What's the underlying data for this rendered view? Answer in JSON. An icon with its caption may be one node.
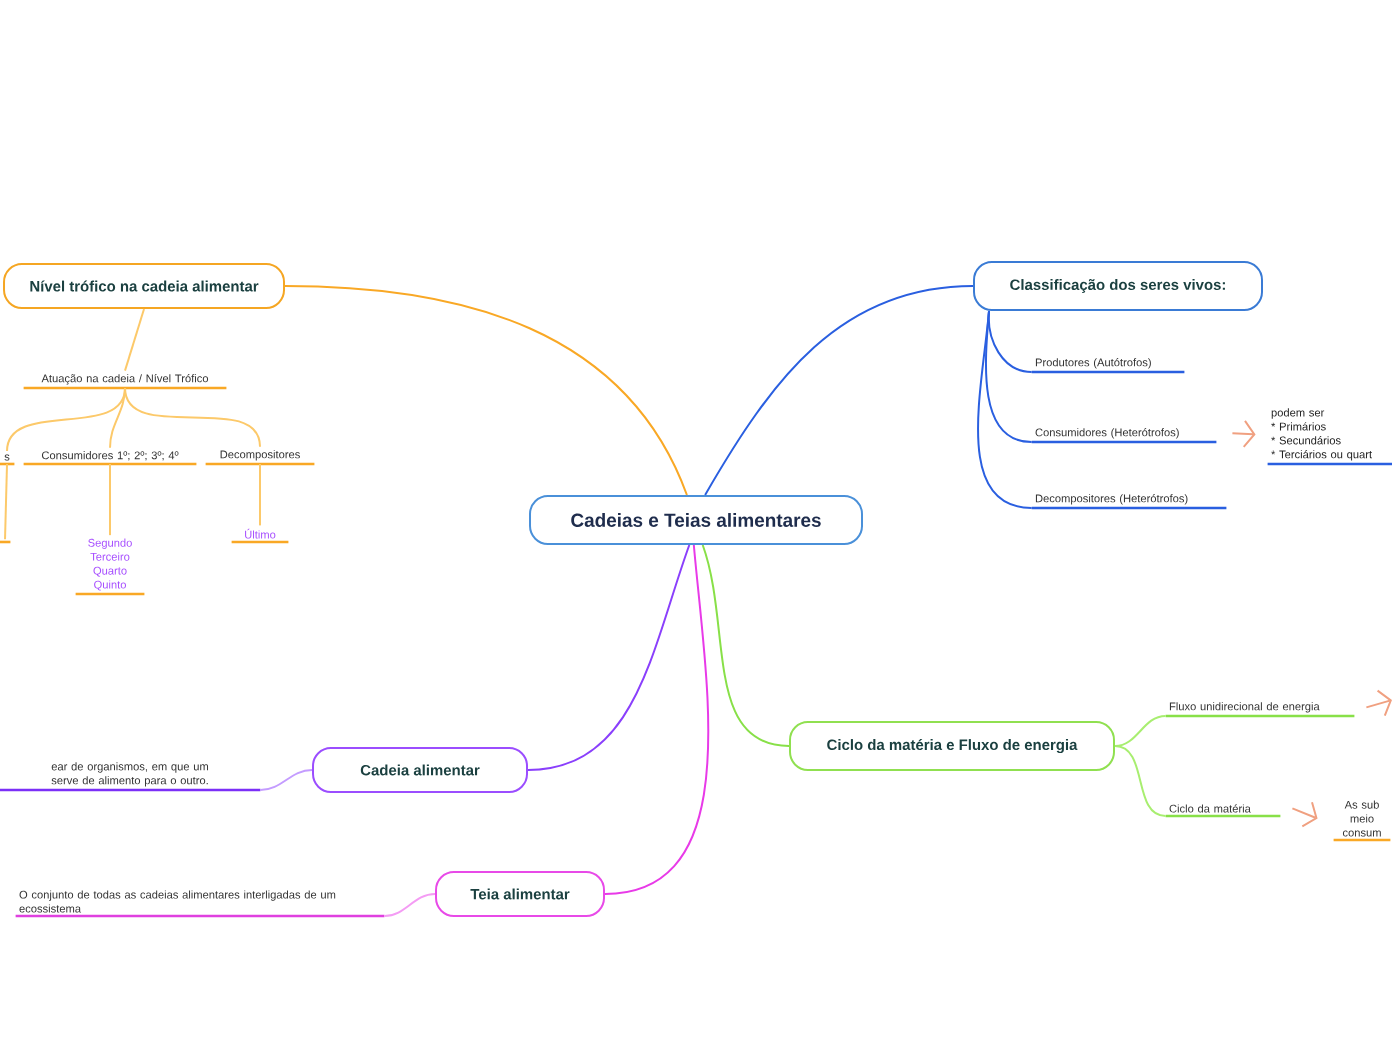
{
  "diagram": {
    "nodes": [
      {
        "text": [
          "Cadeias e Teias alimentares"
        ]
      },
      {
        "text": [
          "Nível trófico na cadeia alimentar"
        ]
      },
      {
        "text": [
          "Atuação na cadeia / Nível Trófico"
        ]
      },
      {
        "text": [
          "s"
        ]
      },
      {
        "text": [
          "Consumidores 1º; 2º; 3º; 4º"
        ]
      },
      {
        "text": [
          "Decompositores"
        ]
      },
      {
        "text": [],
        "shape": "bar"
      },
      {
        "text": [
          "Segundo Terceiro Quarto Quinto"
        ]
      },
      {
        "text": [
          "Último"
        ]
      },
      {
        "text": [
          "Classificação dos seres vivos:"
        ]
      },
      {
        "text": [
          "Produtores (Autótrofos)"
        ]
      },
      {
        "text": [
          "Consumidores (Heterótrofos)"
        ]
      },
      {
        "text": [
          "Decompositores (Heterótrofos)"
        ]
      },
      {
        "text": [
          "podem ser",
          "* Primários",
          "* Secundários",
          "* Terciários ou quart"
        ]
      },
      {
        "text": [
          "Ciclo da matéria e Fluxo de energia"
        ]
      },
      {
        "text": [
          "Fluxo unidirecional de energia"
        ]
      },
      {
        "text": [
          "Ciclo da matéria"
        ]
      },
      {
        "text": [
          "As sub meio consum"
        ]
      },
      {
        "text": [
          "Cadeia alimentar"
        ]
      },
      {
        "text": [
          "ear de organismos, em que um serve de alimento para o outro."
        ]
      },
      {
        "text": [
          "Teia alimentar"
        ]
      },
      {
        "text": [
          "O conjunto de todas as cadeias alimentares interligadas de um ecossistema"
        ]
      }
    ],
    "edges": [
      {
        "from": 0,
        "to": 1,
        "arrow": "none",
        "color": "#f9a825"
      },
      {
        "from": 1,
        "to": 2,
        "arrow": "none",
        "color": "#fcc96a"
      },
      {
        "from": 2,
        "to": 3,
        "arrow": "none",
        "color": "#fcc96a"
      },
      {
        "from": 2,
        "to": 4,
        "arrow": "none",
        "color": "#fcc96a"
      },
      {
        "from": 2,
        "to": 5,
        "arrow": "none",
        "color": "#fcc96a"
      },
      {
        "from": 3,
        "to": 6,
        "arrow": "none",
        "color": "#fcc96a"
      },
      {
        "from": 4,
        "to": 7,
        "arrow": "none",
        "color": "#fcc96a"
      },
      {
        "from": 5,
        "to": 8,
        "arrow": "none",
        "color": "#fcc96a"
      },
      {
        "from": 0,
        "to": 9,
        "arrow": "none",
        "color": "#2a5fe0"
      },
      {
        "from": 9,
        "to": 10,
        "arrow": "none",
        "color": "#2a5fe0"
      },
      {
        "from": 9,
        "to": 11,
        "arrow": "none",
        "color": "#2a5fe0"
      },
      {
        "from": 9,
        "to": 12,
        "arrow": "none",
        "color": "#2a5fe0"
      },
      {
        "from": 11,
        "to": 13,
        "arrow": "to",
        "color": "#f0a080"
      },
      {
        "from": 0,
        "to": 14,
        "arrow": "none",
        "color": "#88e048"
      },
      {
        "from": 14,
        "to": 15,
        "arrow": "none",
        "color": "#a8ee70"
      },
      {
        "from": 14,
        "to": 16,
        "arrow": "none",
        "color": "#a8ee70"
      },
      {
        "from": 15,
        "to": null,
        "arrow": "to",
        "color": "#f0a080"
      },
      {
        "from": 16,
        "to": 17,
        "arrow": "to",
        "color": "#f0a080"
      },
      {
        "from": 0,
        "to": 18,
        "arrow": "none",
        "color": "#8a3ffc"
      },
      {
        "from": 18,
        "to": 19,
        "arrow": "none",
        "color": "#c49cff"
      },
      {
        "from": 0,
        "to": 20,
        "arrow": "none",
        "color": "#e83ae8"
      },
      {
        "from": 20,
        "to": 21,
        "arrow": "none",
        "color": "#f49cf4"
      }
    ]
  }
}
